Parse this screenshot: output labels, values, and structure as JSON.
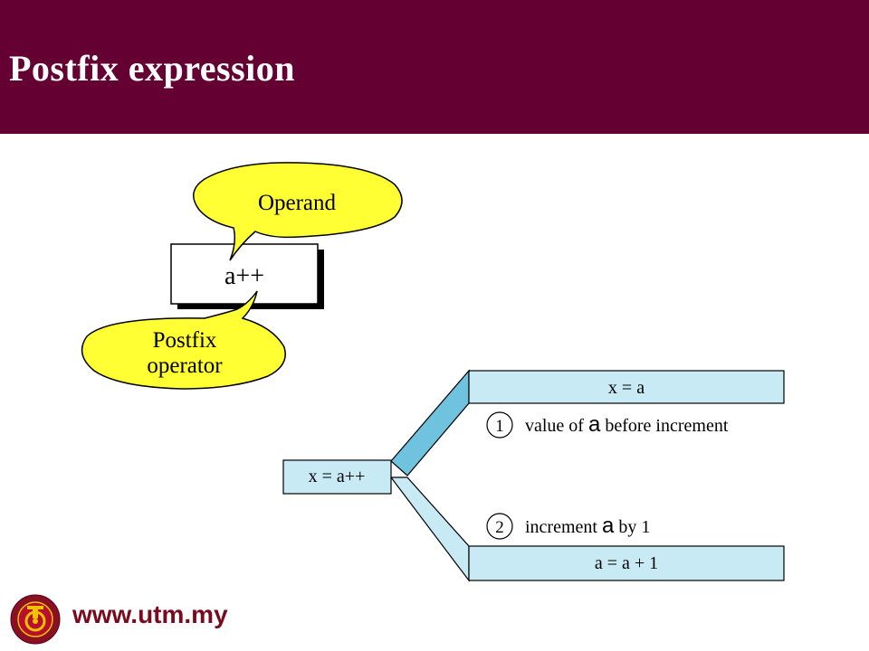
{
  "slide": {
    "title": "Postfix expression",
    "footer_url": "www.utm.my"
  },
  "operand_diagram": {
    "expression": "a++",
    "operand_label": "Operand",
    "operator_label_line1": "Postfix",
    "operator_label_line2": "operator"
  },
  "flow_diagram": {
    "input_expression": "x = a++",
    "top_result": "x = a",
    "bottom_result": "a = a + 1",
    "step1": {
      "number": "1",
      "text_before": "value of ",
      "var": "a",
      "text_after": " before increment"
    },
    "step2": {
      "number": "2",
      "text_before": "increment ",
      "var": "a",
      "text_after": " by 1"
    }
  },
  "colors": {
    "title_bar": "#650033",
    "callout_fill": "#ffff33",
    "box_fill": "#c8eaf5",
    "branch_dark": "#6fc3df",
    "url_color": "#7a0a1e"
  }
}
